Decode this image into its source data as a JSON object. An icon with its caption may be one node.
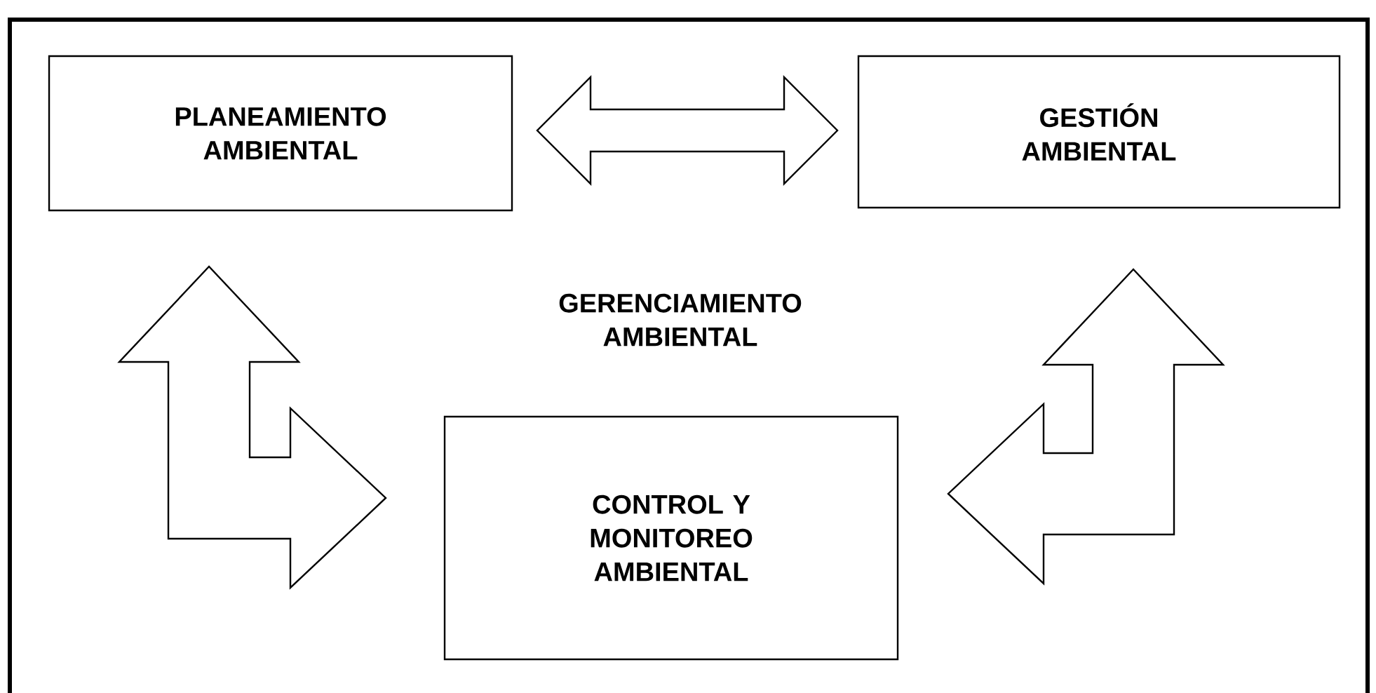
{
  "diagram": {
    "nodes": [
      {
        "text": [
          "GERENCIAMIENTO AMBIENTAL"
        ]
      },
      {
        "text": [
          "PLANEAMIENTO AMBIENTAL"
        ],
        "in": 0
      },
      {
        "text": [
          "GESTIÓN AMBIENTAL"
        ],
        "in": 0
      },
      {
        "text": [
          "CONTROL Y MONITOREO AMBIENTAL"
        ],
        "in": 0
      }
    ],
    "edges": [
      {
        "from": 1,
        "to": 2,
        "arrow": "both"
      },
      {
        "from": 1,
        "to": 3,
        "arrow": "both"
      },
      {
        "from": 2,
        "to": 3,
        "arrow": "both"
      }
    ]
  }
}
